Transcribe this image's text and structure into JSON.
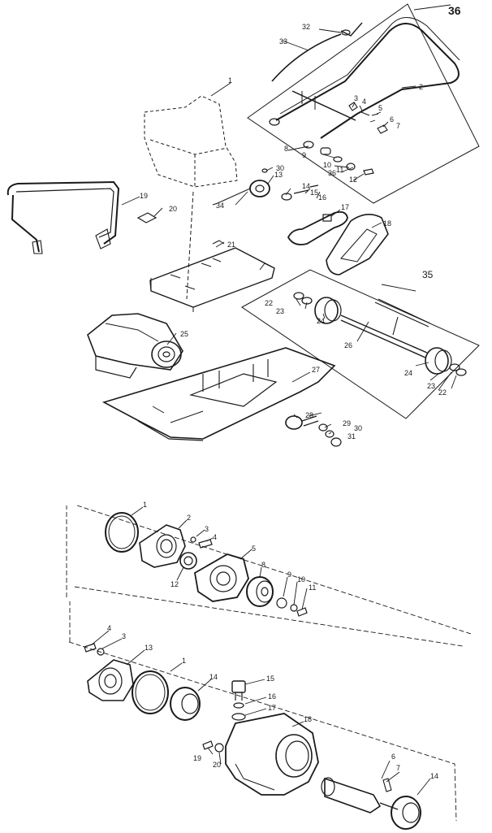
{
  "labels": {
    "top": {
      "p1": "1",
      "p2": "2",
      "p3": "3",
      "p4": "4",
      "p5": "5",
      "p6": "6",
      "p7": "7",
      "p8": "8",
      "p9": "9",
      "p10": "10",
      "p11": "11",
      "p12": "12",
      "p13": "13",
      "p14": "14",
      "p15": "15",
      "p16": "16",
      "p17": "17",
      "p18": "18",
      "p19": "19",
      "p20": "20",
      "p21": "21",
      "p22a": "22",
      "p22b": "22",
      "p23a": "23",
      "p23b": "23",
      "p24a": "24",
      "p24b": "24",
      "p25": "25",
      "p26": "26",
      "p27": "27",
      "p28": "28",
      "p29": "29",
      "p30": "30",
      "p31": "31",
      "p32": "32",
      "p33": "33",
      "p34": "34",
      "p35": "35",
      "p36": "36",
      "p36s": "36",
      "p30s": "30"
    },
    "bottom": {
      "b1a": "1",
      "b2": "2",
      "b3a": "3",
      "b4a": "4",
      "b5": "5",
      "b8": "8",
      "b9": "9",
      "b10": "10",
      "b11": "11",
      "b12": "12",
      "b4b": "4",
      "b3b": "3",
      "b13": "13",
      "b1b": "1",
      "b14a": "14",
      "b15": "15",
      "b16": "16",
      "b17": "17",
      "b18": "18",
      "b19": "19",
      "b20": "20",
      "b6": "6",
      "b7": "7",
      "b14b": "14"
    }
  },
  "colors": {
    "line": "#1a1a1a",
    "paper": "#ffffff"
  }
}
